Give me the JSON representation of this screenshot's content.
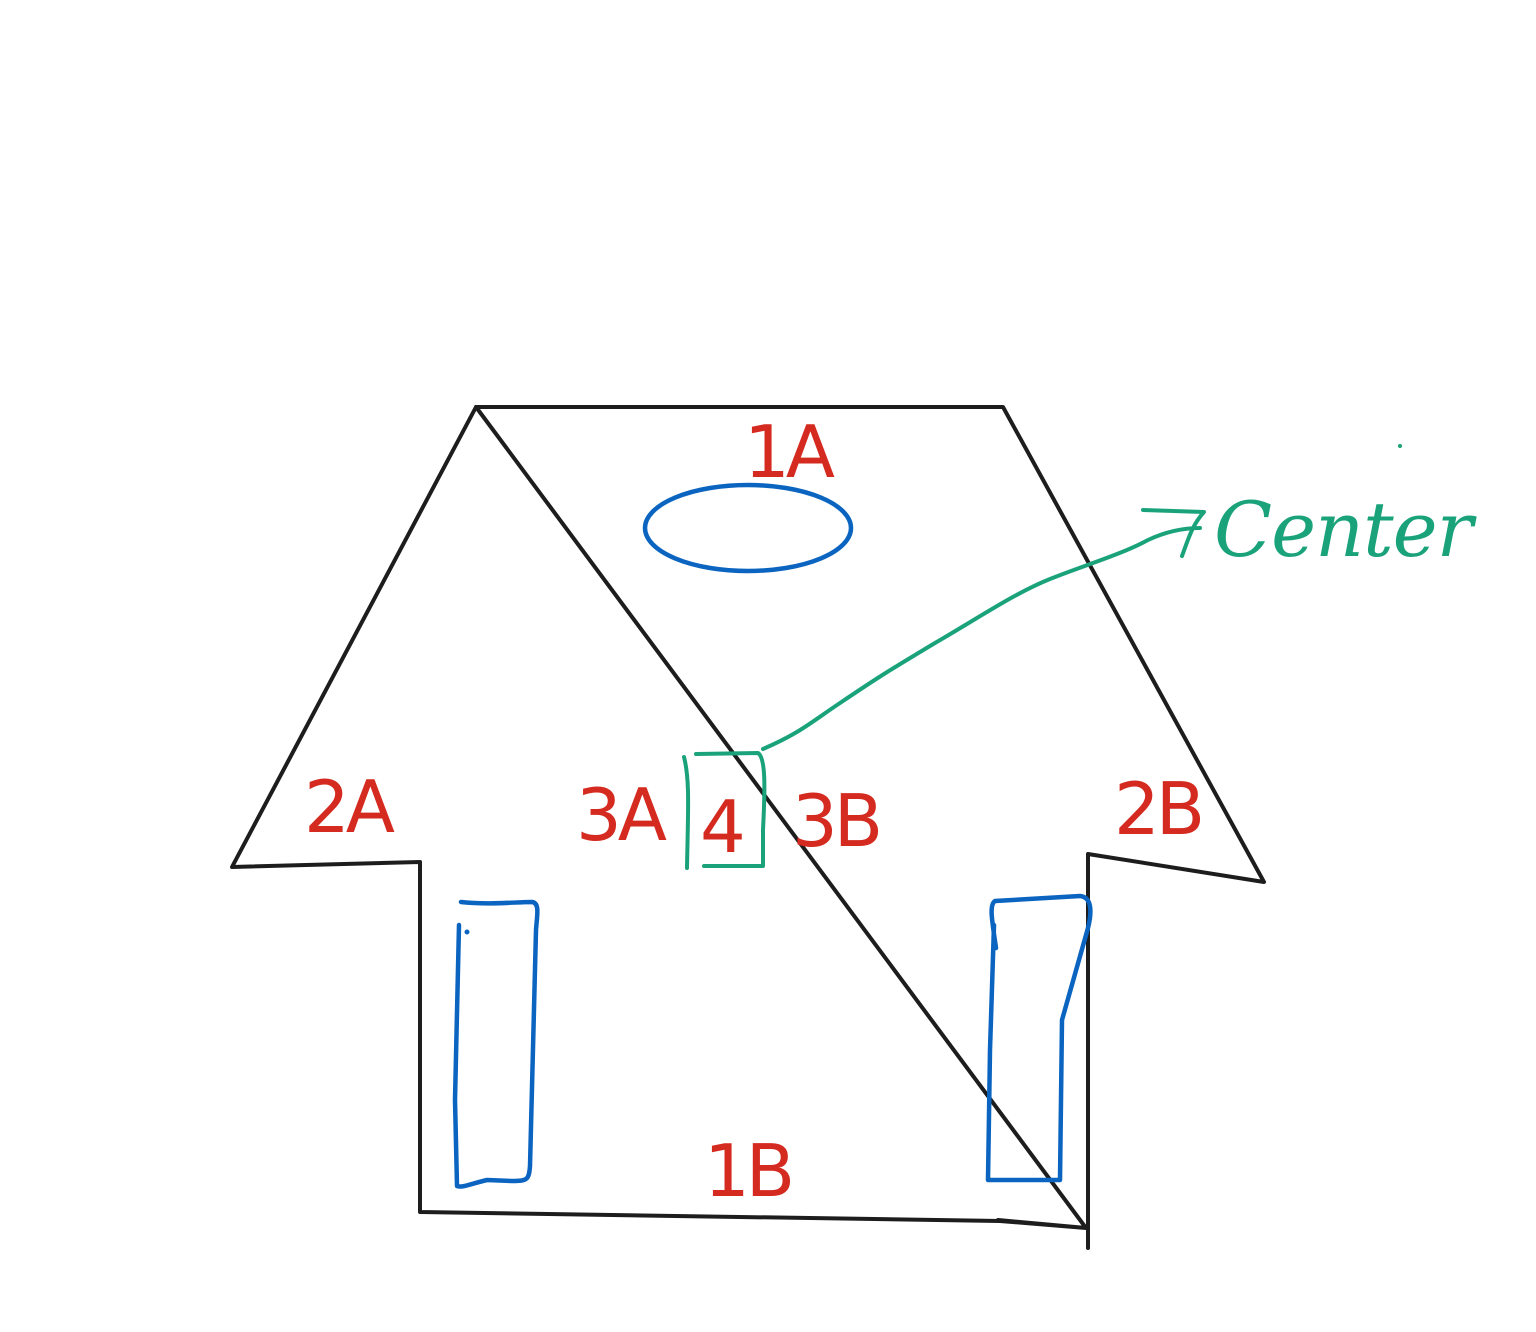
{
  "colors": {
    "outline": "#1d1d1d",
    "zone_label": "#d42a1f",
    "fixture": "#0a64c0",
    "center": "#1aa37a",
    "background": "#ffffff"
  },
  "zones": {
    "z1a": "1A",
    "z1b": "1B",
    "z2a": "2A",
    "z2b": "2B",
    "z3a": "3A",
    "z3b": "3B",
    "z4": "4"
  },
  "callout": {
    "label": "Center"
  }
}
